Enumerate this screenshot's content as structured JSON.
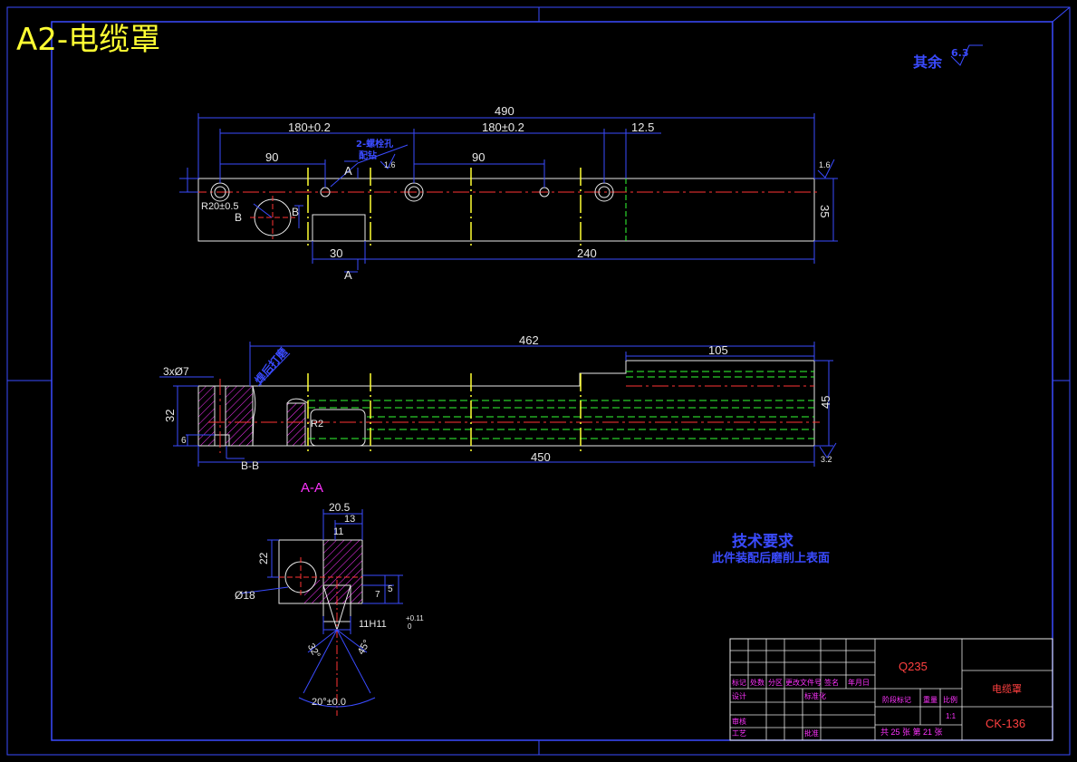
{
  "sheet": {
    "title": "A2-电缆罩",
    "surface_note": "其余",
    "surface_value": "6.3"
  },
  "top_view": {
    "dims": {
      "overall": "490",
      "span_left": "180±0.2",
      "span_right": "180±0.2",
      "right_offset": "12.5",
      "pitch_left": "90",
      "pitch_right": "90",
      "height": "35",
      "bottom_left": "30",
      "bottom_right": "240",
      "left_dia": "R20±0.5"
    },
    "hole_note": "2-螺栓孔",
    "hole_note_2": "配钻",
    "rough_a": "1.6",
    "rough_b": "1.6",
    "section_a": "A",
    "section_b": "B"
  },
  "front_view": {
    "dims": {
      "overall": "462",
      "right_step": "105",
      "holes": "3xØ7",
      "left_height": "32",
      "small": "6",
      "right_height": "45",
      "bottom": "450",
      "chamfer": "R2"
    },
    "weld_note": "焊后打磨",
    "section_label": "B-B",
    "rough": "3.2"
  },
  "section_aa": {
    "label": "A-A",
    "dims": {
      "width": "20.5",
      "inner": "13",
      "inner2": "11",
      "height": "22",
      "dia": "Ø18",
      "v1": "5",
      "v2": "7",
      "tol": "11H11",
      "tol_upper": "+0.11",
      "tol_lower": "0",
      "ang1": "32°",
      "ang2": "45°",
      "arc": "20°±0.0"
    }
  },
  "tech_req": {
    "title": "技术要求",
    "line1": "此件装配后磨削上表面"
  },
  "title_block": {
    "material": "Q235",
    "part_name": "电缆罩",
    "drawing_no": "CK-136",
    "scale": "1:1",
    "sheet_info": "共 25 张 第 21 张",
    "headers": [
      "标记",
      "处数",
      "分区",
      "更改文件号",
      "签名",
      "年月日"
    ],
    "rows": [
      "设计",
      "标准化",
      "审核",
      "工艺",
      "批准"
    ],
    "stage_label": "阶段标记",
    "weight_label": "重量",
    "scale_label": "比例"
  },
  "colors": {
    "frame": "#3a4bff",
    "outline": "#e8e8e8",
    "center": "#ff3333",
    "hidden": "#33ff33",
    "hatch": "#ff33ff",
    "yellow": "#ffff33"
  }
}
